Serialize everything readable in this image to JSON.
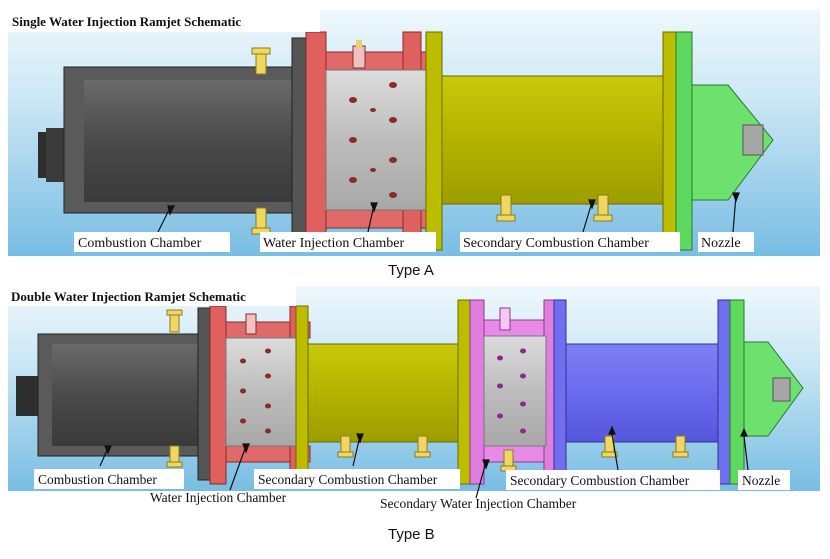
{
  "panel_a": {
    "title": "Single Water Injection Ramjet Schematic",
    "caption": "Type A",
    "labels": {
      "combustion": "Combustion Chamber",
      "water": "Water Injection Chamber",
      "secondary": "Secondary Combustion Chamber",
      "nozzle": "Nozzle"
    }
  },
  "panel_b": {
    "title": "Double Water Injection Ramjet Schematic",
    "caption": "Type B",
    "labels": {
      "combustion": "Combustion Chamber",
      "water": "Water Injection Chamber",
      "secondary1": "Secondary Combustion Chamber",
      "secondary_water": "Secondary Water Injection Chamber",
      "secondary2": "Secondary Combustion Chamber",
      "nozzle": "Nozzle"
    }
  },
  "colors": {
    "sky_top": "#e9f5fb",
    "sky_bottom": "#7fc0e4",
    "combustion": "#565656",
    "water": "#e06666",
    "secondary": "#b6b600",
    "nozzle": "#5ed85e",
    "secondary_water": "#e07ee0",
    "secondary_b2": "#6f6ff0",
    "liner": "#c8c8c8"
  }
}
